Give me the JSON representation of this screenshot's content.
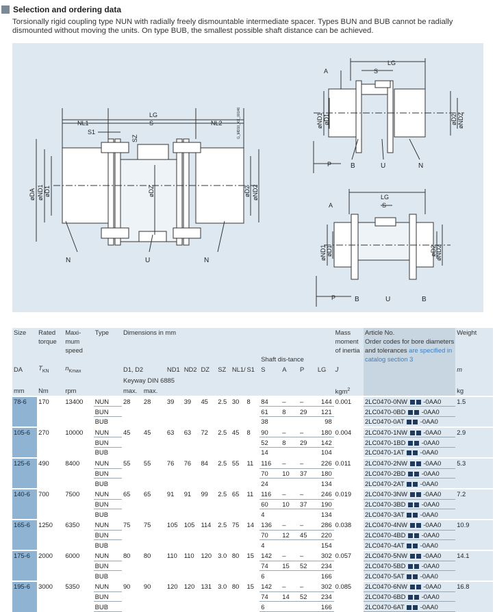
{
  "header": {
    "title": "Selection and ordering data",
    "intro": "Torsionally rigid coupling type NUN with radially freely dismountable intermediate spacer. Types BUN and BUB cannot be radially dismounted without moving the units. On type BUB, the smallest possible shaft distance can be achieved."
  },
  "drawing": {
    "main": {
      "dims": [
        "LG",
        "NL1",
        "S",
        "NL2",
        "S1",
        "SZ",
        "øDA",
        "øND1",
        "øD1",
        "øDZ",
        "øD2",
        "øND2"
      ],
      "parts": [
        "N",
        "U",
        "N"
      ],
      "ref": "G_MD10_XX_00146"
    },
    "bun": {
      "dims": [
        "LG",
        "A",
        "S",
        "P",
        "øND1",
        "øD1",
        "øD2",
        "øND2"
      ],
      "parts": [
        "B",
        "U",
        "N"
      ]
    },
    "bub": {
      "dims": [
        "LG",
        "A",
        "S",
        "P",
        "øND1",
        "øD1",
        "øD2",
        "øND2"
      ],
      "parts": [
        "B",
        "U",
        "B"
      ]
    }
  },
  "table": {
    "headers": {
      "size": "Size",
      "torque": "Rated torque",
      "speed": "Maxi-mum speed",
      "type": "Type",
      "dims": "Dimensions in mm",
      "shaft": "Shaft dis-tance",
      "mass": "Mass moment of inertia",
      "article": "Article No.",
      "article_note": "Order codes for bore diameters and tolerances",
      "article_link": "are specified in catalog section 3",
      "weight": "Weight",
      "da": "DA",
      "tkn": "T",
      "tkn_sub": "KN",
      "nk": "n",
      "nk_sub": "Kmax",
      "d12": "D1, D2",
      "keyway": "Keyway DIN 6885",
      "nd1": "ND1",
      "nd2": "ND2",
      "dz": "DZ",
      "sz": "SZ",
      "nl": "NL1/ NL2",
      "s1": "S1",
      "s": "S",
      "a": "A",
      "p": "P",
      "lg": "LG",
      "j": "J",
      "m": "m",
      "u_mm": "mm",
      "u_nm": "Nm",
      "u_rpm": "rpm",
      "u_max1": "max.",
      "u_max2": "max.",
      "u_kgm": "kgm",
      "u_kgm_sup": "2",
      "u_kg": "kg"
    },
    "groups": [
      {
        "size": "78-6",
        "torque": "170",
        "speed": "13400",
        "d1": "28",
        "d2": "28",
        "nd1": "39",
        "nd2": "39",
        "dz": "45",
        "sz": "2.5",
        "nl": "30",
        "s1": "8",
        "j": "0.001",
        "weight": "1.5",
        "rows": [
          {
            "type": "NUN",
            "s": "84",
            "a": "–",
            "p": "–",
            "lg": "144",
            "art": "2LC0470-0NW",
            "suf": "-0AA0"
          },
          {
            "type": "BUN",
            "s": "61",
            "a": "8",
            "p": "29",
            "lg": "121",
            "art": "2LC0470-0BD",
            "suf": "-0AA0"
          },
          {
            "type": "BUB",
            "s": "38",
            "a": "",
            "p": "",
            "lg": "98",
            "art": "2LC0470-0AT",
            "suf": "-0AA0"
          }
        ]
      },
      {
        "size": "105-6",
        "torque": "270",
        "speed": "10000",
        "d1": "45",
        "d2": "45",
        "nd1": "63",
        "nd2": "63",
        "dz": "72",
        "sz": "2.5",
        "nl": "45",
        "s1": "8",
        "j": "0.004",
        "weight": "2.9",
        "rows": [
          {
            "type": "NUN",
            "s": "90",
            "a": "–",
            "p": "–",
            "lg": "180",
            "art": "2LC0470-1NW",
            "suf": "-0AA0"
          },
          {
            "type": "BUN",
            "s": "52",
            "a": "8",
            "p": "29",
            "lg": "142",
            "art": "2LC0470-1BD",
            "suf": "-0AA0"
          },
          {
            "type": "BUB",
            "s": "14",
            "a": "",
            "p": "",
            "lg": "104",
            "art": "2LC0470-1AT",
            "suf": "-0AA0"
          }
        ]
      },
      {
        "size": "125-6",
        "torque": "490",
        "speed": "8400",
        "d1": "55",
        "d2": "55",
        "nd1": "76",
        "nd2": "76",
        "dz": "84",
        "sz": "2.5",
        "nl": "55",
        "s1": "11",
        "j": "0.011",
        "weight": "5.3",
        "rows": [
          {
            "type": "NUN",
            "s": "116",
            "a": "–",
            "p": "–",
            "lg": "226",
            "art": "2LC0470-2NW",
            "suf": "-0AA0"
          },
          {
            "type": "BUN",
            "s": "70",
            "a": "10",
            "p": "37",
            "lg": "180",
            "art": "2LC0470-2BD",
            "suf": "-0AA0"
          },
          {
            "type": "BUB",
            "s": "24",
            "a": "",
            "p": "",
            "lg": "134",
            "art": "2LC0470-2AT",
            "suf": "-0AA0"
          }
        ]
      },
      {
        "size": "140-6",
        "torque": "700",
        "speed": "7500",
        "d1": "65",
        "d2": "65",
        "nd1": "91",
        "nd2": "91",
        "dz": "99",
        "sz": "2.5",
        "nl": "65",
        "s1": "11",
        "j": "0.019",
        "weight": "7.2",
        "rows": [
          {
            "type": "NUN",
            "s": "116",
            "a": "–",
            "p": "–",
            "lg": "246",
            "art": "2LC0470-3NW",
            "suf": "-0AA0"
          },
          {
            "type": "BUN",
            "s": "60",
            "a": "10",
            "p": "37",
            "lg": "190",
            "art": "2LC0470-3BD",
            "suf": "-0AA0"
          },
          {
            "type": "BUB",
            "s": "4",
            "a": "",
            "p": "",
            "lg": "134",
            "art": "2LC0470-3AT",
            "suf": "-0AA0"
          }
        ]
      },
      {
        "size": "165-6",
        "torque": "1250",
        "speed": "6350",
        "d1": "75",
        "d2": "75",
        "nd1": "105",
        "nd2": "105",
        "dz": "114",
        "sz": "2.5",
        "nl": "75",
        "s1": "14",
        "j": "0.038",
        "weight": "10.9",
        "rows": [
          {
            "type": "NUN",
            "s": "136",
            "a": "–",
            "p": "–",
            "lg": "286",
            "art": "2LC0470-4NW",
            "suf": "-0AA0"
          },
          {
            "type": "BUN",
            "s": "70",
            "a": "12",
            "p": "45",
            "lg": "220",
            "art": "2LC0470-4BD",
            "suf": "-0AA0"
          },
          {
            "type": "BUB",
            "s": "4",
            "a": "",
            "p": "",
            "lg": "154",
            "art": "2LC0470-4AT",
            "suf": "-0AA0"
          }
        ]
      },
      {
        "size": "175-6",
        "torque": "2000",
        "speed": "6000",
        "d1": "80",
        "d2": "80",
        "nd1": "110",
        "nd2": "110",
        "dz": "120",
        "sz": "3.0",
        "nl": "80",
        "s1": "15",
        "j": "0.057",
        "weight": "14.1",
        "rows": [
          {
            "type": "NUN",
            "s": "142",
            "a": "–",
            "p": "–",
            "lg": "302",
            "art": "2LC0470-5NW",
            "suf": "-0AA0"
          },
          {
            "type": "BUN",
            "s": "74",
            "a": "15",
            "p": "52",
            "lg": "234",
            "art": "2LC0470-5BD",
            "suf": "-0AA0"
          },
          {
            "type": "BUB",
            "s": "6",
            "a": "",
            "p": "",
            "lg": "166",
            "art": "2LC0470-5AT",
            "suf": "-0AA0"
          }
        ]
      },
      {
        "size": "195-6",
        "torque": "3000",
        "speed": "5350",
        "d1": "90",
        "d2": "90",
        "nd1": "120",
        "nd2": "120",
        "dz": "131",
        "sz": "3.0",
        "nl": "80",
        "s1": "15",
        "j": "0.085",
        "weight": "16.8",
        "rows": [
          {
            "type": "NUN",
            "s": "142",
            "a": "–",
            "p": "–",
            "lg": "302",
            "art": "2LC0470-6NW",
            "suf": "-0AA0"
          },
          {
            "type": "BUN",
            "s": "74",
            "a": "14",
            "p": "52",
            "lg": "234",
            "art": "2LC0470-6BD",
            "suf": "-0AA0"
          },
          {
            "type": "BUB",
            "s": "6",
            "a": "",
            "p": "",
            "lg": "166",
            "art": "2LC0470-6AT",
            "suf": "-0AA0"
          }
        ]
      }
    ]
  }
}
